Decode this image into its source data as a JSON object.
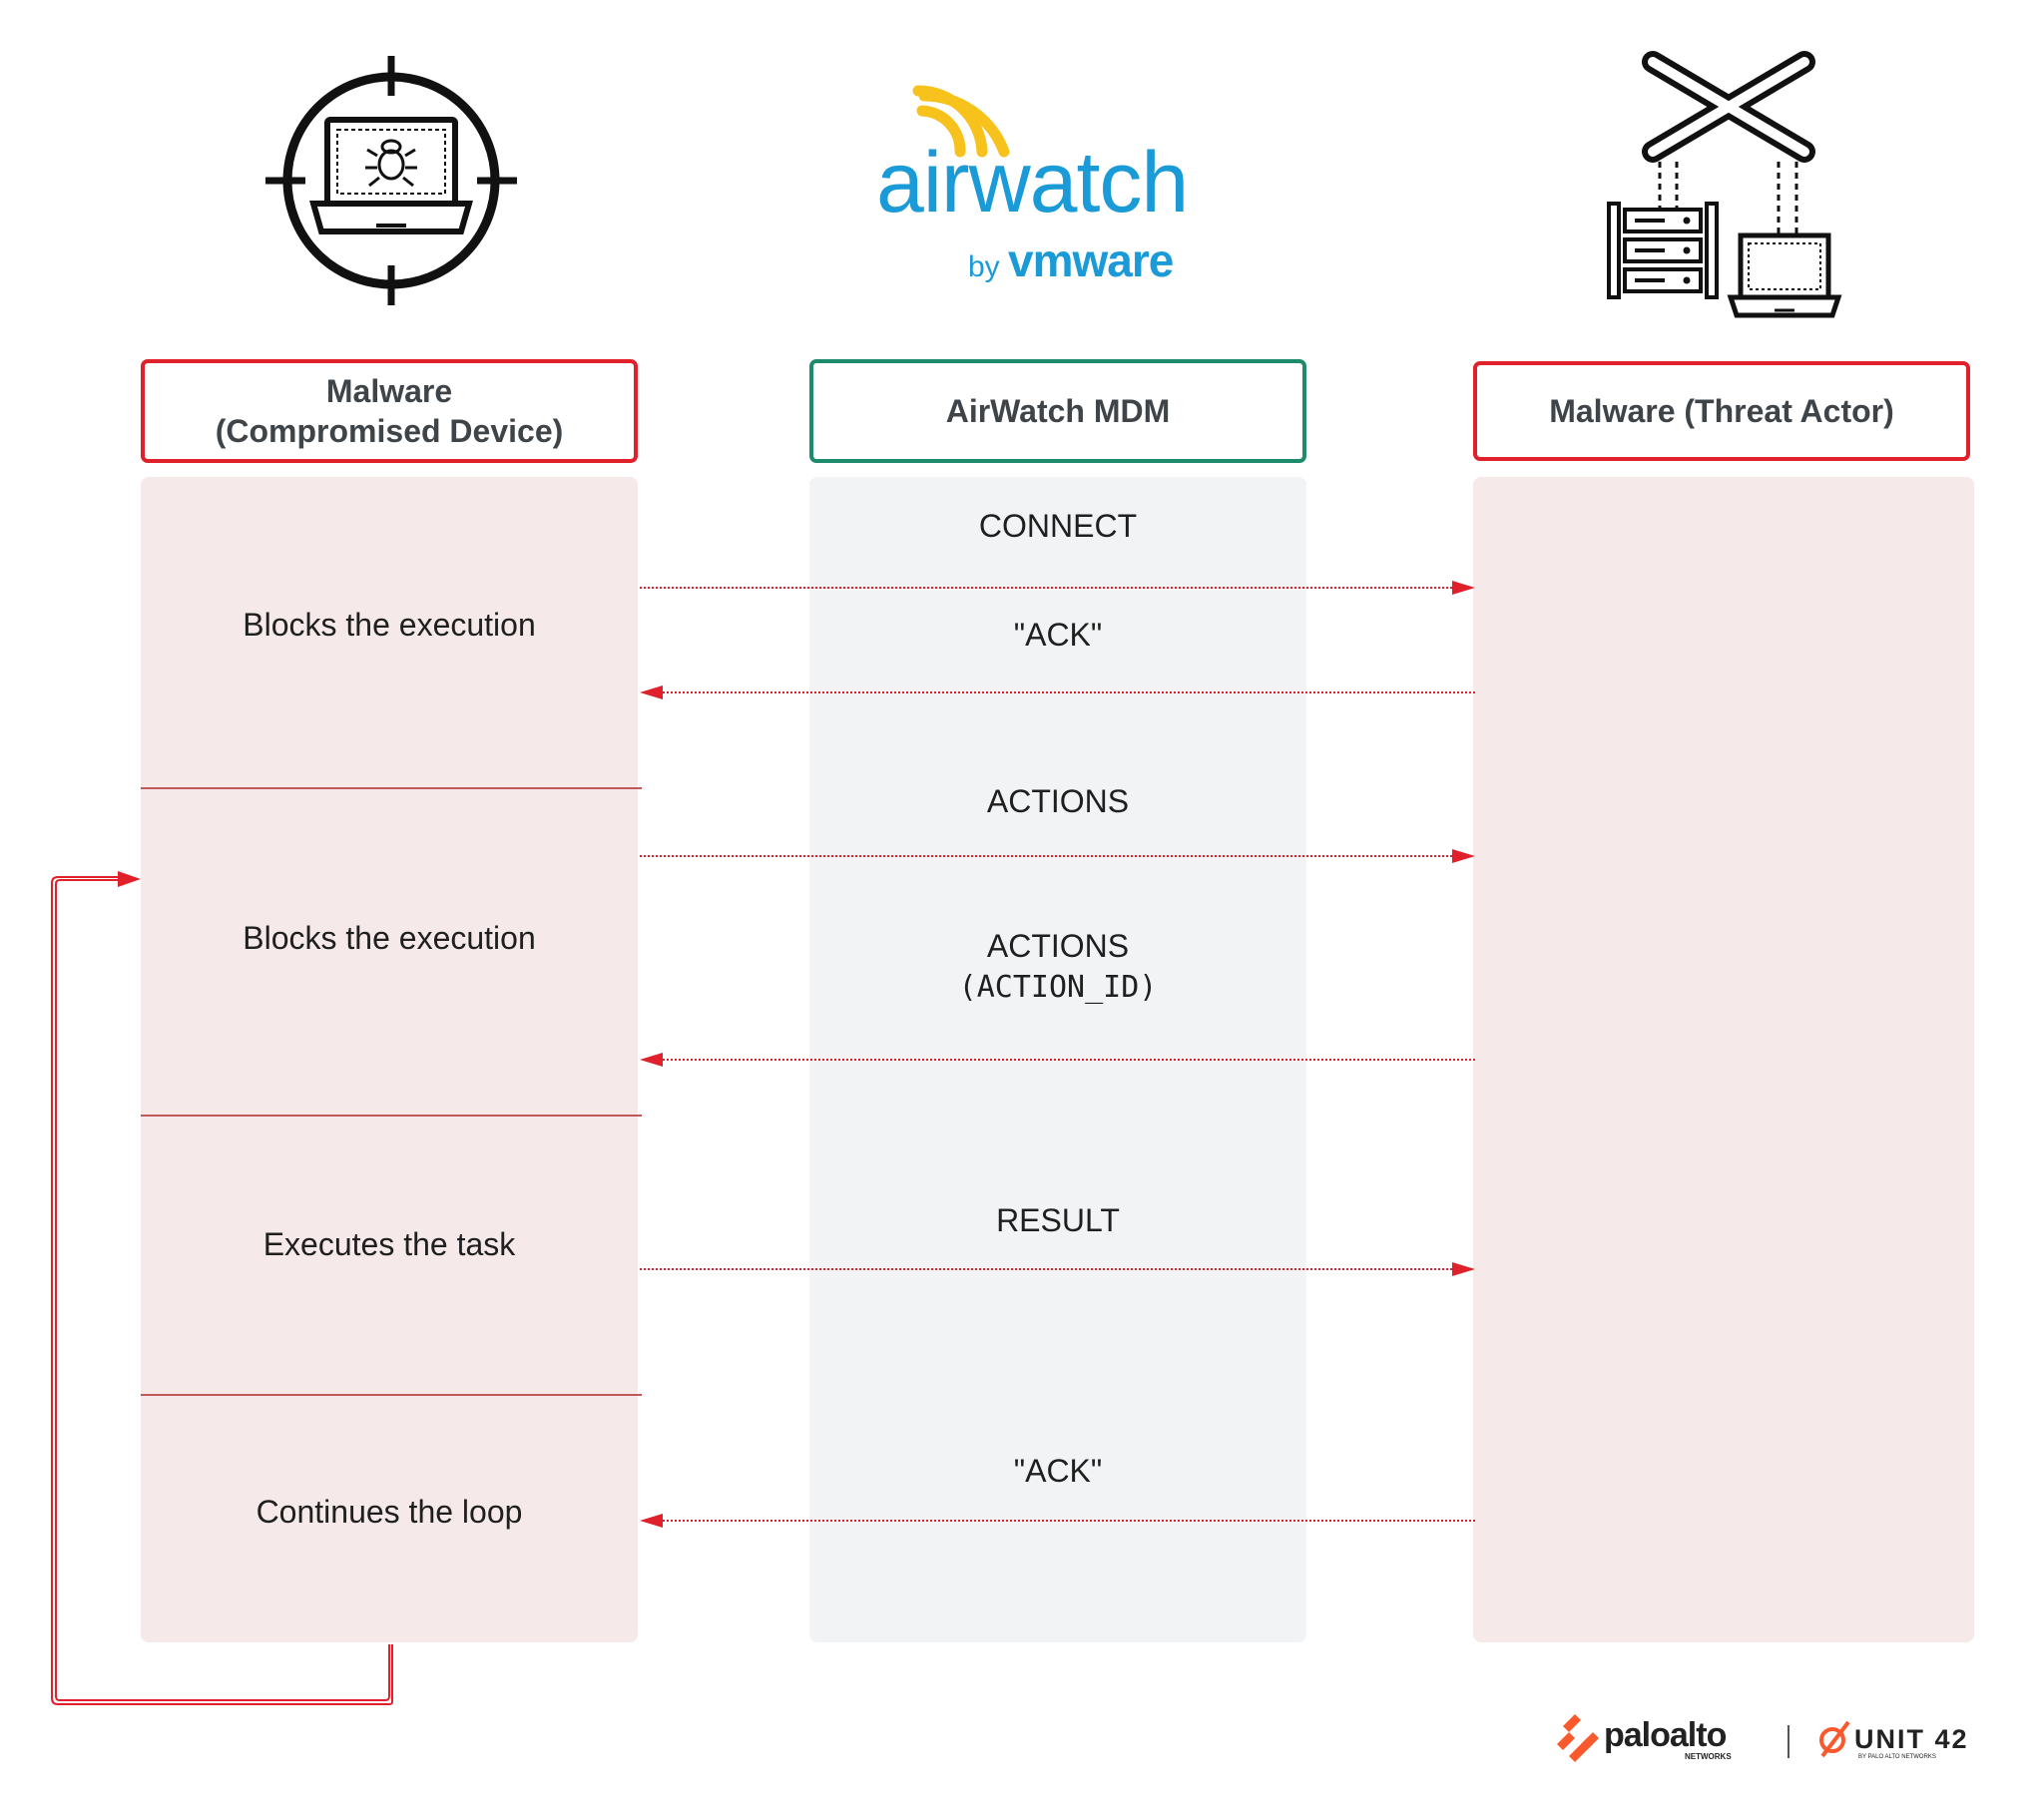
{
  "participants": {
    "left": {
      "title_line1": "Malware",
      "title_line2": "(Compromised Device)",
      "border_color": "#e0212b"
    },
    "middle": {
      "title": "AirWatch MDM",
      "border_color": "#1e8a6c"
    },
    "right": {
      "title": "Malware (Threat Actor)",
      "border_color": "#e0212b"
    }
  },
  "airwatch_logo": {
    "brand": "airwatch",
    "by": "by",
    "vendor": "vmware",
    "brand_color": "#1a9ad6",
    "signal_color": "#f7c21b"
  },
  "device_steps": [
    "Blocks the execution",
    "Blocks the execution",
    "Executes the task",
    "Continues the loop"
  ],
  "messages": [
    {
      "label": "CONNECT",
      "direction": "to-right"
    },
    {
      "label": "\"ACK\"",
      "direction": "to-left"
    },
    {
      "label": "ACTIONS",
      "direction": "to-right"
    },
    {
      "label": "ACTIONS",
      "label2": "(ACTION_ID)",
      "direction": "to-left"
    },
    {
      "label": "RESULT",
      "direction": "to-right"
    },
    {
      "label": "\"ACK\"",
      "direction": "to-left"
    }
  ],
  "footer": {
    "brand": "paloalto",
    "brand_sub": "NETWORKS",
    "unit": "UNIT 42",
    "unit_sub": "BY PALO ALTO NETWORKS",
    "accent": "#fa582d"
  },
  "colors": {
    "arrow": "#e0212b",
    "lane_pink": "#f5e9e9",
    "lane_gray": "#f2f3f4"
  }
}
